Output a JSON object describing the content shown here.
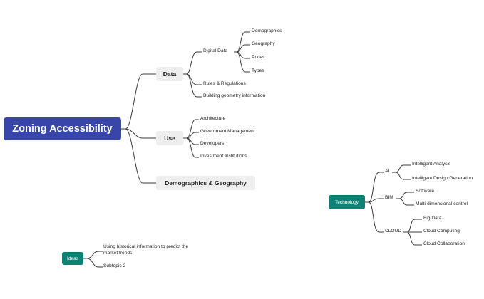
{
  "root": {
    "label": "Zoning Accessibility"
  },
  "branches": [
    {
      "label": "Data",
      "children": [
        {
          "label": "Digital Data",
          "children": [
            "Demographics",
            "Geography",
            "Prices",
            "Types"
          ]
        },
        {
          "label": "Rules & Regulations"
        },
        {
          "label": "Building geometry information"
        }
      ]
    },
    {
      "label": "Use",
      "children": [
        {
          "label": "Architecture"
        },
        {
          "label": "Government Management"
        },
        {
          "label": "Developers"
        },
        {
          "label": "Investment Institutions"
        }
      ]
    },
    {
      "label": "Demographics & Geography"
    }
  ],
  "technology": {
    "label": "Technology",
    "children": [
      {
        "label": "AI",
        "children": [
          "Intelligent Analysis",
          "Intelligent Design Generation"
        ]
      },
      {
        "label": "BIM",
        "children": [
          "Software",
          "Multi-dimensional control"
        ]
      },
      {
        "label": "CLOUD",
        "children": [
          "Big Data",
          "Cloud Computing",
          "Cloud Collaboration"
        ]
      }
    ]
  },
  "ideas": {
    "label": "Ideas",
    "children": [
      {
        "label_line1": "Using historical information to predict the",
        "label_line2": "market trends"
      },
      {
        "label": "Subtopic 2"
      }
    ]
  },
  "colors": {
    "root": "#3746a8",
    "floating_topic": "#0f8276",
    "branch_bg": "#eeeeee",
    "line": "#3a3a3a"
  }
}
